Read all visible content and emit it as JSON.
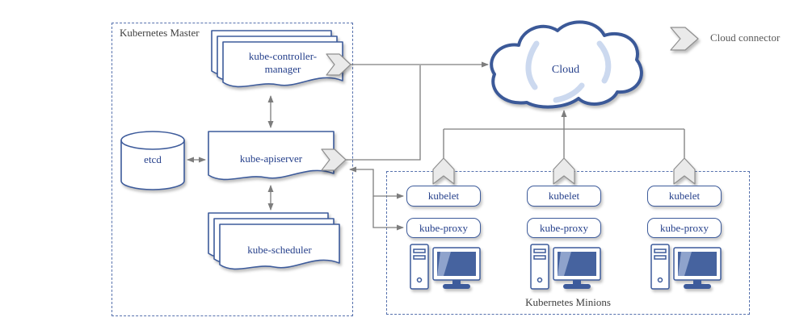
{
  "master": {
    "label": "Kubernetes Master",
    "components": {
      "controller_manager": "kube-controller-manager",
      "etcd": "etcd",
      "apiserver": "kube-apiserver",
      "scheduler": "kube-scheduler"
    }
  },
  "cloud": {
    "label": "Cloud"
  },
  "legend": {
    "label": "Cloud connector"
  },
  "minions": {
    "label": "Kubernetes Minions",
    "nodes": [
      {
        "agent": "kubelet",
        "proxy": "kube-proxy"
      },
      {
        "agent": "kubelet",
        "proxy": "kube-proxy"
      },
      {
        "agent": "kubelet",
        "proxy": "kube-proxy"
      }
    ]
  },
  "icons": {
    "cloud_connector": "chevron-arrow-icon",
    "minion_machine": "computer-icon",
    "cloud": "cloud-icon",
    "etcd_store": "cylinder-icon"
  },
  "colors": {
    "shape_border": "#3d5b9b",
    "component_text": "#26408b",
    "frame_text": "#3f3f3f",
    "legend_text": "#595959",
    "connector_line": "#7d7d7d",
    "connector_fill": "#eaeaea",
    "dashed_border": "#5671ad",
    "cloud_border": "#3b5998",
    "cloud_highlight": "#ccd9ef",
    "screen_fill": "#46639f"
  }
}
